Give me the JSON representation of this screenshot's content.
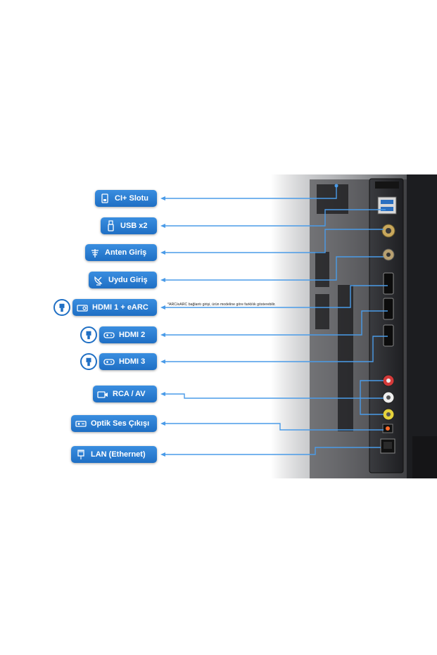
{
  "labels": [
    {
      "id": "ci",
      "text": "CI+ Slotu",
      "icon": "ci-card-icon"
    },
    {
      "id": "usb",
      "text": "USB x2",
      "icon": "usb-stick-icon"
    },
    {
      "id": "anten",
      "text": "Anten Giriş",
      "icon": "antenna-icon"
    },
    {
      "id": "uydu",
      "text": "Uydu Giriş",
      "icon": "satellite-dish-icon"
    },
    {
      "id": "hdmi1",
      "text": "HDMI 1 + eARC",
      "icon": "projector-icon"
    },
    {
      "id": "hdmi2",
      "text": "HDMI 2",
      "icon": "gamepad-icon"
    },
    {
      "id": "hdmi3",
      "text": "HDMI 3",
      "icon": "gamepad-icon"
    },
    {
      "id": "rca",
      "text": "RCA / AV",
      "icon": "camcorder-icon"
    },
    {
      "id": "optik",
      "text": "Optik Ses Çıkışı",
      "icon": "optical-device-icon"
    },
    {
      "id": "lan",
      "text": "LAN (Ethernet)",
      "icon": "ethernet-cable-icon"
    }
  ],
  "note": "*ARC/eARC bağlantı girişi, ürün modeline göre farklılık gösterebilir.",
  "colors": {
    "accent": "#1f6fc4",
    "line": "#4a9be8",
    "panel": "#222326"
  }
}
